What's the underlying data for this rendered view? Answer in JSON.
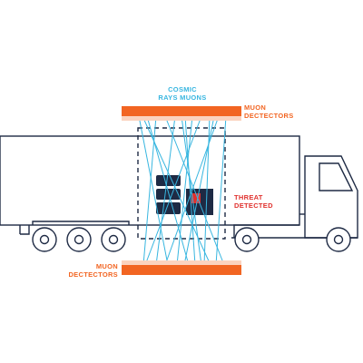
{
  "labels": {
    "cosmic_rays": [
      "COSMIC",
      "RAYS MUONS"
    ],
    "muon_detectors_top": [
      "MUON",
      "DECTECTORS"
    ],
    "threat_detected": [
      "THREAT",
      "DETECTED"
    ],
    "muon_detectors_bottom": [
      "MUON",
      "DECTECTORS"
    ]
  },
  "colors": {
    "outline": "#1e2a44",
    "detector": "#f26522",
    "detector_glow": "#fbd3bf",
    "muon_rays": "#38b6e0",
    "cargo_block": "#1e2a44",
    "threat": "#e0312e",
    "cosmic_label": "#38b6e0",
    "detector_label": "#f26522",
    "threat_label": "#e0312e"
  }
}
